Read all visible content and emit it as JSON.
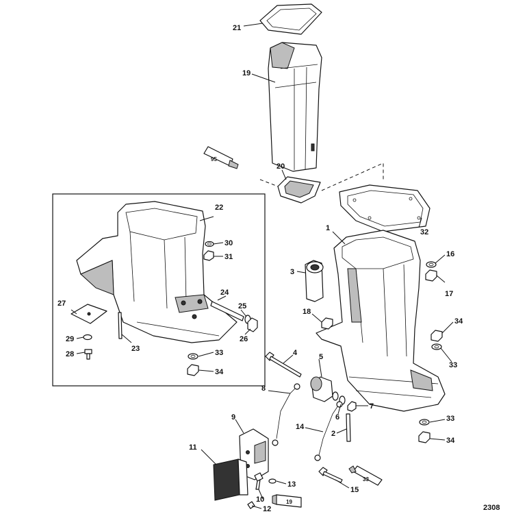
{
  "labels": {
    "p1": "1",
    "p2": "2",
    "p3": "3",
    "p4": "4",
    "p5": "5",
    "p6": "6",
    "p7": "7",
    "p8": "8",
    "p9": "9",
    "p10": "10",
    "p11": "11",
    "p12": "12",
    "p13": "13",
    "p14": "14",
    "p15": "15",
    "p16": "16",
    "p17": "17",
    "p18": "18",
    "p19": "19",
    "p20": "20",
    "p21": "21",
    "p22": "22",
    "p23": "23",
    "p24": "24",
    "p25": "25",
    "p26": "26",
    "p27": "27",
    "p28": "28",
    "p29": "29",
    "p30": "30",
    "p31": "31",
    "p32": "32",
    "p33a": "33",
    "p33b": "33",
    "p33c": "33",
    "p34a": "34",
    "p34b": "34",
    "p34c": "34"
  },
  "tubes": {
    "t95": "95",
    "t33": "33",
    "t19": "19"
  },
  "figure_number": "2308",
  "icons": [
    "gasket-icon",
    "exhaust-tube-icon",
    "driveshaft-housing-icon",
    "stud-icon",
    "washer-icon",
    "nut-icon",
    "bolt-icon",
    "rubber-mount-icon",
    "ground-strap-icon",
    "bracket-icon",
    "anode-icon",
    "lubricant-tube-icon",
    "seal-icon",
    "plate-icon",
    "screw-icon"
  ]
}
